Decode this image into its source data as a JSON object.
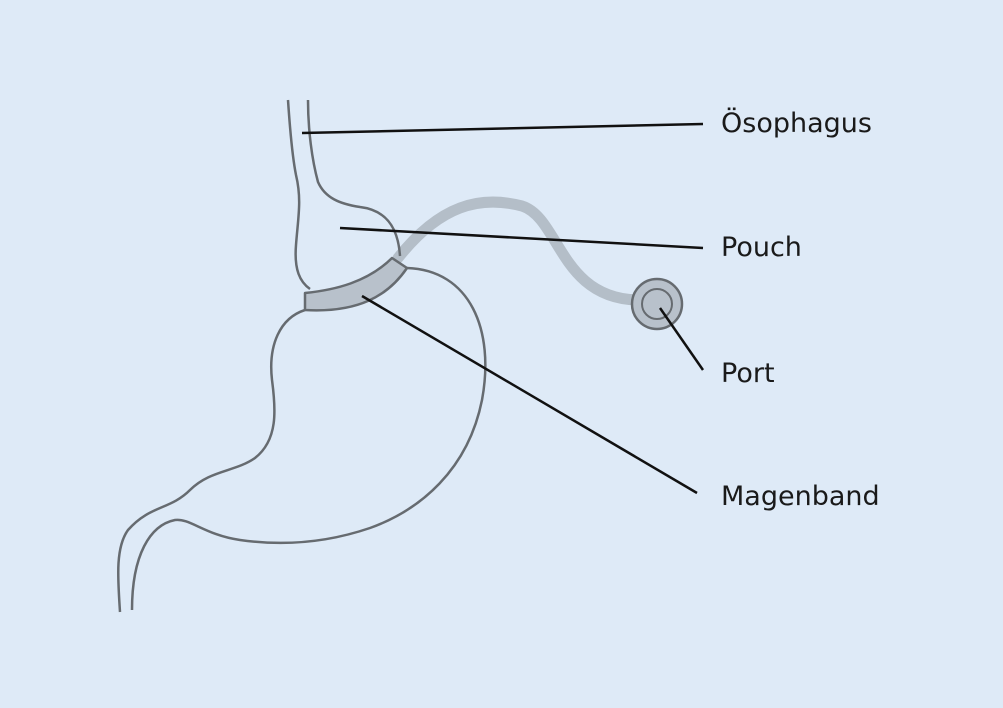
{
  "diagram": {
    "labels": {
      "oesophagus": "Ösophagus",
      "pouch": "Pouch",
      "port": "Port",
      "magenband": "Magenband"
    }
  },
  "colors": {
    "background": "#deeaf7",
    "outline": "#666b70",
    "band_fill": "#b8c1cb",
    "tube": "#b4bec8",
    "leader_line": "#111111",
    "text": "#1a1a1a"
  }
}
